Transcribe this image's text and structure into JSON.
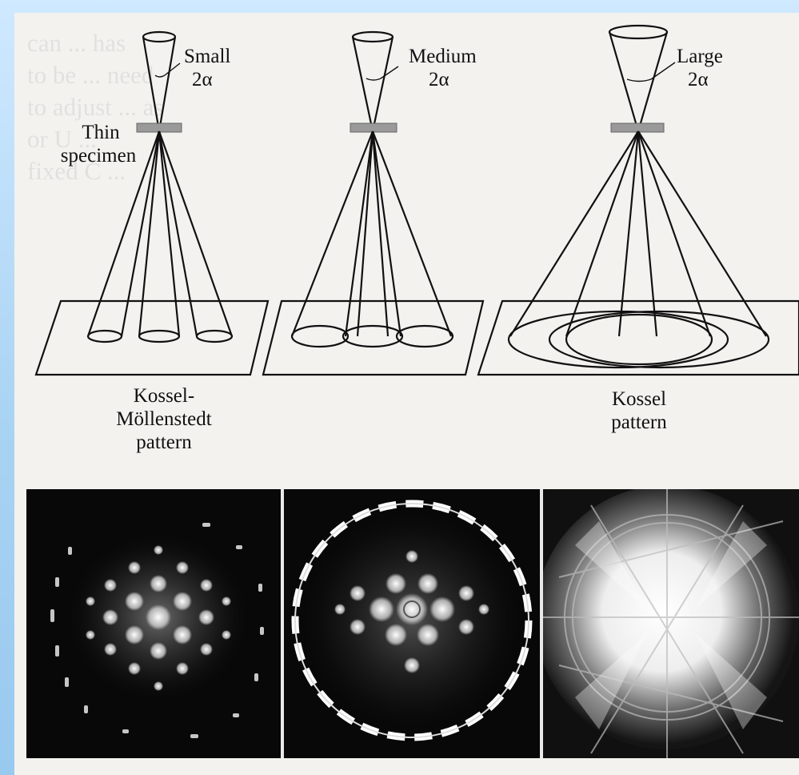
{
  "background_text": "can ... has\nto be ... need\nto adjust ... as\nor U ...\nfixed C ...",
  "cones": [
    {
      "label_line1": "Small",
      "label_line2": "2α"
    },
    {
      "label_line1": "Medium",
      "label_line2": "2α"
    },
    {
      "label_line1": "Large",
      "label_line2": "2α"
    }
  ],
  "specimen_label": {
    "line1": "Thin",
    "line2": "specimen"
  },
  "pattern_labels": {
    "kossel_mollenstedt": [
      "Kossel-",
      "Möllenstedt",
      "pattern"
    ],
    "kossel": [
      "Kossel",
      "pattern"
    ]
  },
  "photos": [
    {
      "name": "kossel-mollenstedt-photo"
    },
    {
      "name": "intermediate-photo"
    },
    {
      "name": "kossel-photo"
    }
  ],
  "colors": {
    "background": "#b3d9f5",
    "paper": "#f3f2ef",
    "ink": "#111111",
    "specimen": "#9a9a9a"
  }
}
